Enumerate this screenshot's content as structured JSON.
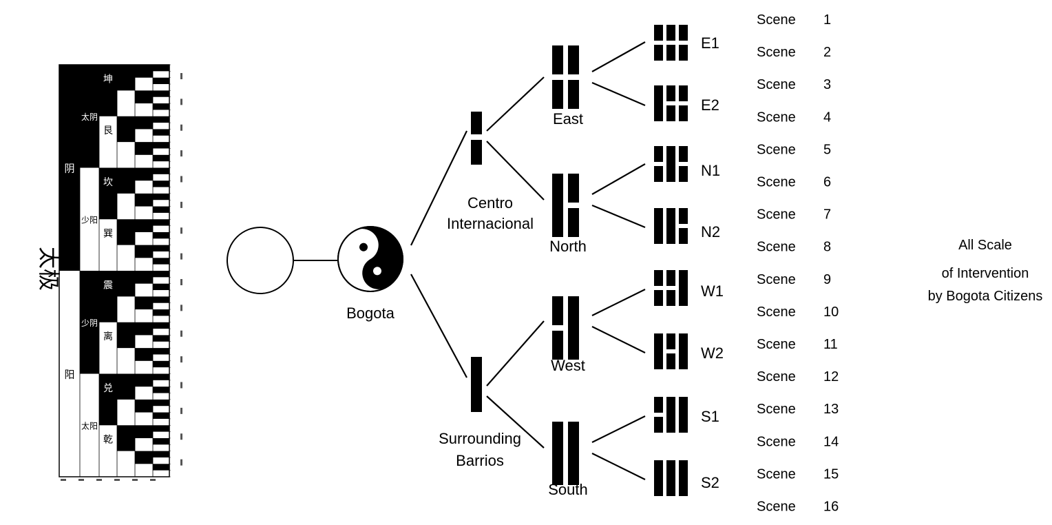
{
  "taiji_chart": {
    "title": "太极",
    "yin_yang_labels": [
      "阴",
      "阳"
    ],
    "four_images": [
      "太阴",
      "少阳",
      "少阴",
      "太阳"
    ],
    "trigrams": [
      "坤",
      "艮",
      "坎",
      "巽",
      "震",
      "离",
      "兑",
      "乾"
    ],
    "column_pattern": [
      [
        1,
        1,
        1,
        1,
        1,
        1,
        1,
        1,
        1,
        1,
        1,
        1,
        1,
        1,
        1,
        1,
        1,
        1,
        1,
        1,
        1,
        1,
        1,
        1,
        1,
        1,
        1,
        1,
        1,
        1,
        1,
        1,
        0,
        0,
        0,
        0,
        0,
        0,
        0,
        0,
        0,
        0,
        0,
        0,
        0,
        0,
        0,
        0,
        0,
        0,
        0,
        0,
        0,
        0,
        0,
        0,
        0,
        0,
        0,
        0,
        0,
        0,
        0,
        0
      ],
      [
        1,
        1,
        1,
        1,
        1,
        1,
        1,
        1,
        1,
        1,
        1,
        1,
        1,
        1,
        1,
        1,
        0,
        0,
        0,
        0,
        0,
        0,
        0,
        0,
        0,
        0,
        0,
        0,
        0,
        0,
        0,
        0,
        1,
        1,
        1,
        1,
        1,
        1,
        1,
        1,
        1,
        1,
        1,
        1,
        1,
        1,
        1,
        1,
        0,
        0,
        0,
        0,
        0,
        0,
        0,
        0,
        0,
        0,
        0,
        0,
        0,
        0,
        0,
        0
      ],
      [
        1,
        1,
        1,
        1,
        1,
        1,
        1,
        1,
        0,
        0,
        0,
        0,
        0,
        0,
        0,
        0,
        1,
        1,
        1,
        1,
        1,
        1,
        1,
        1,
        0,
        0,
        0,
        0,
        0,
        0,
        0,
        0,
        1,
        1,
        1,
        1,
        1,
        1,
        1,
        1,
        0,
        0,
        0,
        0,
        0,
        0,
        0,
        0,
        1,
        1,
        1,
        1,
        1,
        1,
        1,
        1,
        0,
        0,
        0,
        0,
        0,
        0,
        0,
        0
      ],
      [
        1,
        1,
        1,
        1,
        0,
        0,
        0,
        0,
        1,
        1,
        1,
        1,
        0,
        0,
        0,
        0,
        1,
        1,
        1,
        1,
        0,
        0,
        0,
        0,
        1,
        1,
        1,
        1,
        0,
        0,
        0,
        0,
        1,
        1,
        1,
        1,
        0,
        0,
        0,
        0,
        1,
        1,
        1,
        1,
        0,
        0,
        0,
        0,
        1,
        1,
        1,
        1,
        0,
        0,
        0,
        0,
        1,
        1,
        1,
        1,
        0,
        0,
        0,
        0
      ],
      [
        1,
        1,
        0,
        0,
        1,
        1,
        0,
        0,
        1,
        1,
        0,
        0,
        1,
        1,
        0,
        0,
        1,
        1,
        0,
        0,
        1,
        1,
        0,
        0,
        1,
        1,
        0,
        0,
        1,
        1,
        0,
        0,
        1,
        1,
        0,
        0,
        1,
        1,
        0,
        0,
        1,
        1,
        0,
        0,
        1,
        1,
        0,
        0,
        1,
        1,
        0,
        0,
        1,
        1,
        0,
        0,
        1,
        1,
        0,
        0,
        1,
        1,
        0,
        0
      ],
      [
        1,
        0,
        1,
        0,
        1,
        0,
        1,
        0,
        1,
        0,
        1,
        0,
        1,
        0,
        1,
        0,
        1,
        0,
        1,
        0,
        1,
        0,
        1,
        0,
        1,
        0,
        1,
        0,
        1,
        0,
        1,
        0,
        1,
        0,
        1,
        0,
        1,
        0,
        1,
        0,
        1,
        0,
        1,
        0,
        1,
        0,
        1,
        0,
        1,
        0,
        1,
        0,
        1,
        0,
        1,
        0,
        1,
        0,
        1,
        0,
        1,
        0,
        1,
        0
      ]
    ]
  },
  "tree": {
    "root": "",
    "bogota": "Bogota",
    "level1": [
      {
        "id": "centro",
        "label_lines": [
          "Centro",
          "Internacional"
        ]
      },
      {
        "id": "barrios",
        "label_lines": [
          "Surrounding",
          "Barrios"
        ]
      }
    ],
    "level2": [
      {
        "id": "east",
        "label": "East",
        "bits": [
          0,
          0
        ]
      },
      {
        "id": "north",
        "label": "North",
        "bits": [
          1,
          0
        ]
      },
      {
        "id": "west",
        "label": "West",
        "bits": [
          0,
          1
        ]
      },
      {
        "id": "south",
        "label": "South",
        "bits": [
          1,
          1
        ]
      }
    ],
    "level3": [
      {
        "id": "e1",
        "label": "E1",
        "bits": [
          0,
          0,
          0
        ]
      },
      {
        "id": "e2",
        "label": "E2",
        "bits": [
          1,
          0,
          0
        ]
      },
      {
        "id": "n1",
        "label": "N1",
        "bits": [
          0,
          1,
          0
        ]
      },
      {
        "id": "n2",
        "label": "N2",
        "bits": [
          1,
          1,
          0
        ]
      },
      {
        "id": "w1",
        "label": "W1",
        "bits": [
          0,
          0,
          1
        ]
      },
      {
        "id": "w2",
        "label": "W2",
        "bits": [
          1,
          0,
          1
        ]
      },
      {
        "id": "s1",
        "label": "S1",
        "bits": [
          0,
          1,
          1
        ]
      },
      {
        "id": "s2",
        "label": "S2",
        "bits": [
          1,
          1,
          1
        ]
      }
    ]
  },
  "scenes": [
    {
      "word": "Scene",
      "num": "1"
    },
    {
      "word": "Scene",
      "num": "2"
    },
    {
      "word": "Scene",
      "num": "3"
    },
    {
      "word": "Scene",
      "num": "4"
    },
    {
      "word": "Scene",
      "num": "5"
    },
    {
      "word": "Scene",
      "num": "6"
    },
    {
      "word": "Scene",
      "num": "7"
    },
    {
      "word": "Scene",
      "num": "8"
    },
    {
      "word": "Scene",
      "num": "9"
    },
    {
      "word": "Scene",
      "num": "10"
    },
    {
      "word": "Scene",
      "num": "11"
    },
    {
      "word": "Scene",
      "num": "12"
    },
    {
      "word": "Scene",
      "num": "13"
    },
    {
      "word": "Scene",
      "num": "14"
    },
    {
      "word": "Scene",
      "num": "15"
    },
    {
      "word": "Scene",
      "num": "16"
    }
  ],
  "note_lines": [
    "All Scale",
    "of Intervention",
    "by Bogota Citizens"
  ]
}
